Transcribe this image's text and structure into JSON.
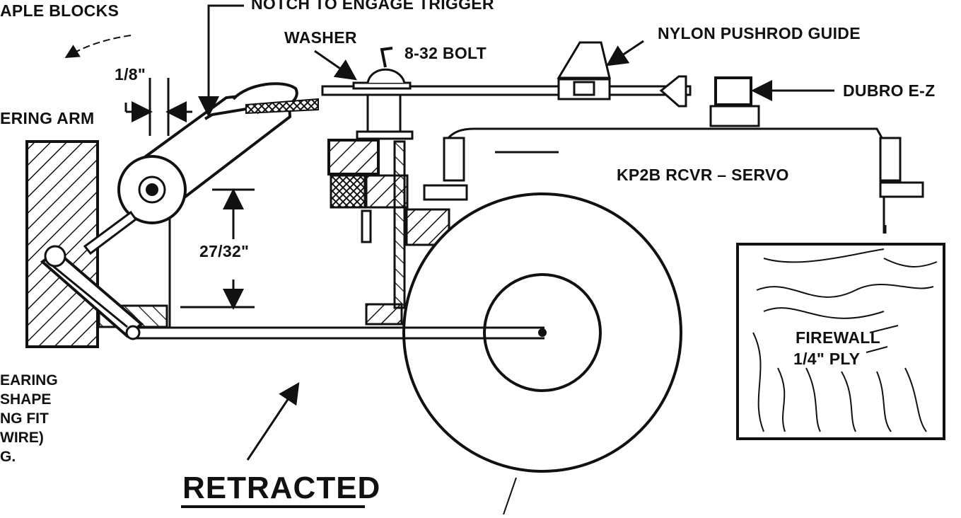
{
  "labels": {
    "staple_blocks": "APLE BLOCKS",
    "notch": "NOTCH TO ENGAGE TRIGGER",
    "washer": "WASHER",
    "bolt": "8-32 BOLT",
    "pushrod_guide": "NYLON PUSHROD GUIDE",
    "dubro": "DUBRO E-Z",
    "gap_dim": "1/8\"",
    "arm": "ERING ARM",
    "rcvr_servo": "KP2B RCVR – SERVO",
    "height_dim": "27/32\"",
    "firewall_line1": "FIREWALL",
    "firewall_line2": "1/4\" PLY",
    "retracted": "RETRACTED",
    "bearing_lines": [
      "EARING",
      "SHAPE",
      "NG FIT",
      "WIRE)",
      "G."
    ]
  }
}
